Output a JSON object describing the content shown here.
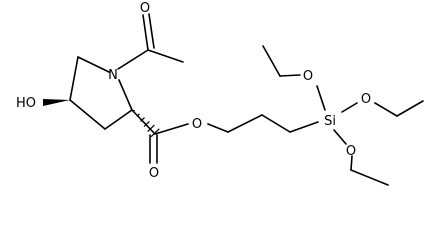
{
  "molecule": {
    "atoms": {
      "n1": "N",
      "o_acetyl": "O",
      "o_hydroxyl": "HO",
      "o_ester_carbonyl": "O",
      "o_ester": "O",
      "si": "Si",
      "o_ethoxy_1": "O",
      "o_ethoxy_2": "O",
      "o_ethoxy_3": "O"
    }
  }
}
